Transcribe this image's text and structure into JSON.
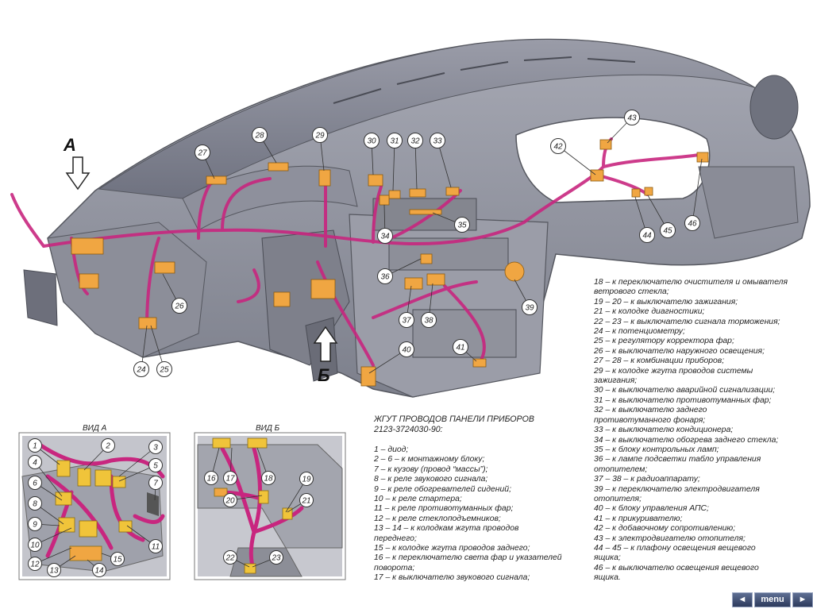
{
  "markers": {
    "view_a_letter": "А",
    "view_b_letter": "Б"
  },
  "callouts_main": [
    "24",
    "25",
    "26",
    "27",
    "28",
    "29",
    "30",
    "31",
    "32",
    "33",
    "34",
    "35",
    "36",
    "37",
    "38",
    "39",
    "40",
    "41",
    "42",
    "43",
    "44",
    "45",
    "46"
  ],
  "callouts_view_a": [
    "1",
    "2",
    "3",
    "4",
    "5",
    "6",
    "7",
    "8",
    "9",
    "10",
    "11",
    "12",
    "13",
    "14",
    "15"
  ],
  "callouts_view_b": [
    "16",
    "17",
    "18",
    "19",
    "20",
    "21",
    "22",
    "23"
  ],
  "view_a": {
    "title": "ВИД А"
  },
  "view_b": {
    "title": "ВИД Б"
  },
  "harness": {
    "title": "ЖГУТ ПРОВОДОВ ПАНЕЛИ ПРИБОРОВ",
    "code": "2123-3724030-90:"
  },
  "legend_left": [
    "1 – диод;",
    "2 – 6 – к монтажному блоку;",
    "7 – к кузову (провод “массы”);",
    "8 – к реле звукового сигнала;",
    "9 – к реле обогревателей сидений;",
    "10 – к реле стартера;",
    "11 – к реле противотуманных фар;",
    "12 – к реле стеклоподъемников;",
    "13 – 14 – к колодкам жгута проводов",
    "переднего;",
    "15 – к колодке жгута проводов заднего;",
    "16 – к переключателю света фар и указателей",
    "поворота;",
    "17 – к выключателю звукового сигнала;"
  ],
  "legend_right": [
    "18 – к переключателю очистителя и омывателя",
    "ветрового стекла;",
    "19 – 20 – к выключателю зажигания;",
    "21 – к колодке диагностики;",
    "22 – 23 – к выключателю сигнала торможения;",
    "24 – к потенциометру;",
    "25 – к регулятору корректора фар;",
    "26 – к выключателю наружного освещения;",
    "27 – 28 – к комбинации приборов;",
    "29 – к колодке жгута проводов системы",
    "зажигания;",
    "30 – к выключателю аварийной сигнализации;",
    "31 – к выключателю противотуманных фар;",
    "32 – к выключателю заднего",
    "противотуманного фонаря;",
    "33 – к выключателю кондиционера;",
    "34 – к выключателю обогрева заднего стекла;",
    "35 – к блоку контрольных ламп;",
    "36 – к лампе подсветки табло управления",
    "отопителем;",
    "37 – 38 – к радиоаппарату;",
    "39 – к переключателю электродвигателя",
    "отопителя;",
    "40 – к блоку управления АПС;",
    "41 – к прикуривателю;",
    "42 – к добавочному сопротивлению;",
    "43 – к электродвигателю отопителя;",
    "44 – 45 – к плафону освещения вещевого",
    "ящика;",
    "46 – к выключателю освещения вещевого",
    "ящика."
  ],
  "nav": {
    "prev_label": "◄",
    "menu_label": "menu",
    "next_label": "►"
  }
}
